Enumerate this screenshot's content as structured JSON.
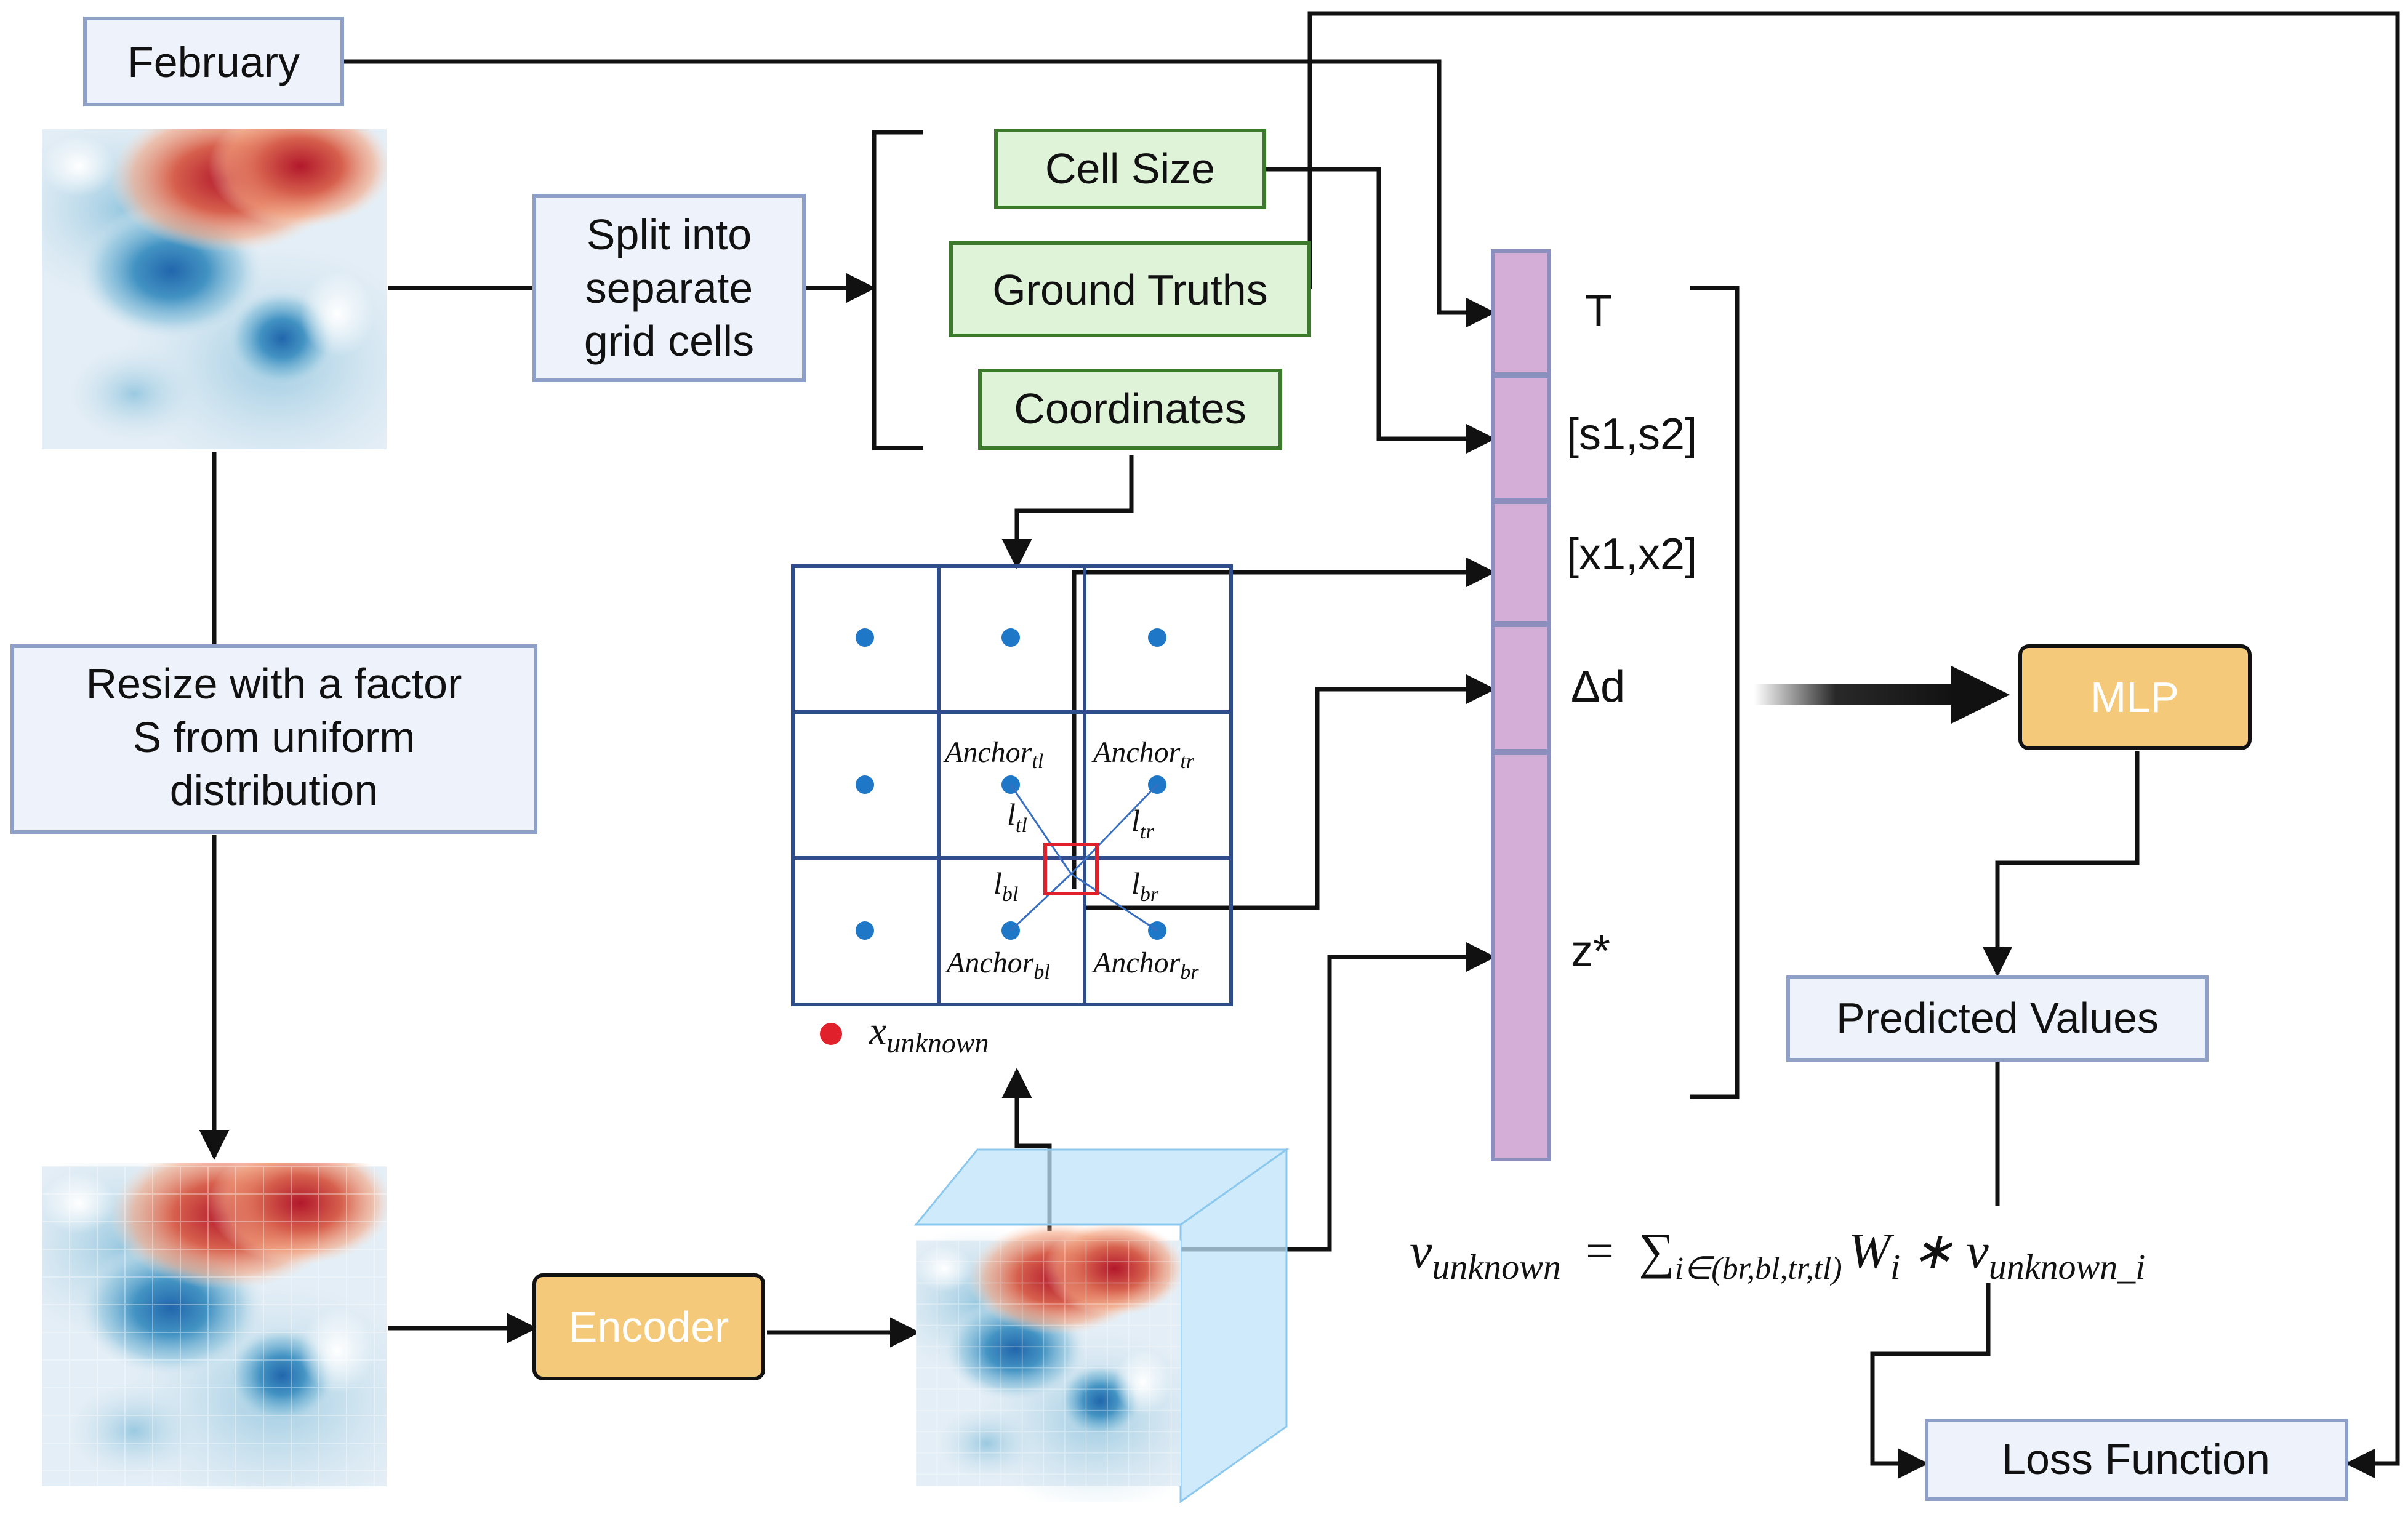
{
  "labels": {
    "month": "February",
    "split": [
      "Split into",
      "separate",
      "grid cells"
    ],
    "cell_size": "Cell Size",
    "ground_truths": "Ground Truths",
    "coordinates": "Coordinates",
    "resize": [
      "Resize with a factor",
      "S from uniform",
      "distribution"
    ],
    "encoder": "Encoder",
    "mlp": "MLP",
    "predicted": "Predicted Values",
    "loss": "Loss Function"
  },
  "feature_vector": {
    "segments": [
      "T",
      "[s1,s2]",
      "[x1,x2]",
      "Δd",
      "z*"
    ]
  },
  "grid": {
    "anchor_tl": "Anchor",
    "anchor_tl_sub": "tl",
    "anchor_tr": "Anchor",
    "anchor_tr_sub": "tr",
    "anchor_bl": "Anchor",
    "anchor_bl_sub": "bl",
    "anchor_br": "Anchor",
    "anchor_br_sub": "br",
    "l": "l",
    "l_tl": "tl",
    "l_tr": "tr",
    "l_bl": "bl",
    "l_br": "br",
    "legend_x": "x",
    "legend_sub": "unknown"
  },
  "formula": {
    "lhs_v": "v",
    "lhs_sub": "unknown",
    "equals": "=",
    "sum": "∑",
    "sum_sub": "i∈(br,bl,tr,tl)",
    "w": "W",
    "w_sub": "i",
    "times": "∗ v",
    "rhs_sub": "unknown_i"
  },
  "colors": {
    "blue_box_fill": "#eef3fb",
    "blue_box_stroke": "#8fa0c8",
    "green_box_fill": "#dff3d9",
    "green_box_stroke": "#3b7a2a",
    "orange_fill": "#f5c97a",
    "vector_fill": "#d4aed6",
    "vector_stroke": "#8a8fbd",
    "grid_stroke": "#2f4d8a",
    "dot": "#1f77c8",
    "highlight": "#e0202a",
    "cube": "#bfe3fa"
  }
}
